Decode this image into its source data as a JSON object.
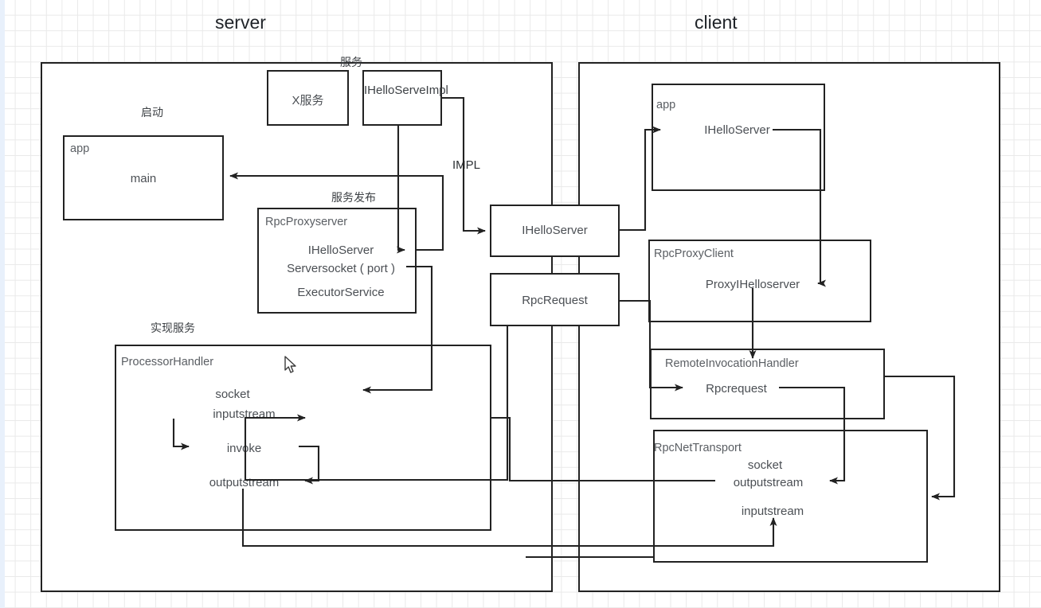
{
  "diagram": {
    "title_left": "server",
    "title_right": "client",
    "server": {
      "section_labels": {
        "service": "服务",
        "startup": "启动",
        "publish": "服务发布",
        "implement": "实现服务"
      },
      "boxes": {
        "x_service": {
          "label": "X服务"
        },
        "ihello_impl": {
          "label": "IHelloServeImpl"
        },
        "app": {
          "title": "app",
          "items": [
            "main"
          ]
        },
        "rpc_proxy_server": {
          "title": "RpcProxyserver",
          "items": [
            "IHelloServer",
            "Serversocket ( port )",
            "ExecutorService"
          ]
        },
        "processor_handler": {
          "title": "ProcessorHandler",
          "items": [
            "socket",
            "inputstream",
            "invoke",
            "outputstream"
          ]
        }
      },
      "edge_labels": {
        "impl": "IMPL"
      }
    },
    "middle": {
      "ihello_server": {
        "label": "IHelloServer"
      },
      "rpc_request": {
        "label": "RpcRequest"
      }
    },
    "client": {
      "boxes": {
        "app": {
          "title": "app",
          "items": [
            "IHelloServer"
          ]
        },
        "rpc_proxy_client": {
          "title": "RpcProxyClient",
          "items": [
            "ProxyIHelloserver"
          ]
        },
        "remote_invocation_handler": {
          "title": "RemoteInvocationHandler",
          "items": [
            "Rpcrequest"
          ]
        },
        "rpc_net_transport": {
          "title": "RpcNetTransport",
          "items": [
            "socket",
            "outputstream",
            "inputstream"
          ]
        }
      }
    },
    "colors": {
      "stroke": "#222222",
      "text": "#4b4f54",
      "grid": "#e9e9e9",
      "background": "#ffffff",
      "left_strip": "#e8f0fb"
    }
  }
}
